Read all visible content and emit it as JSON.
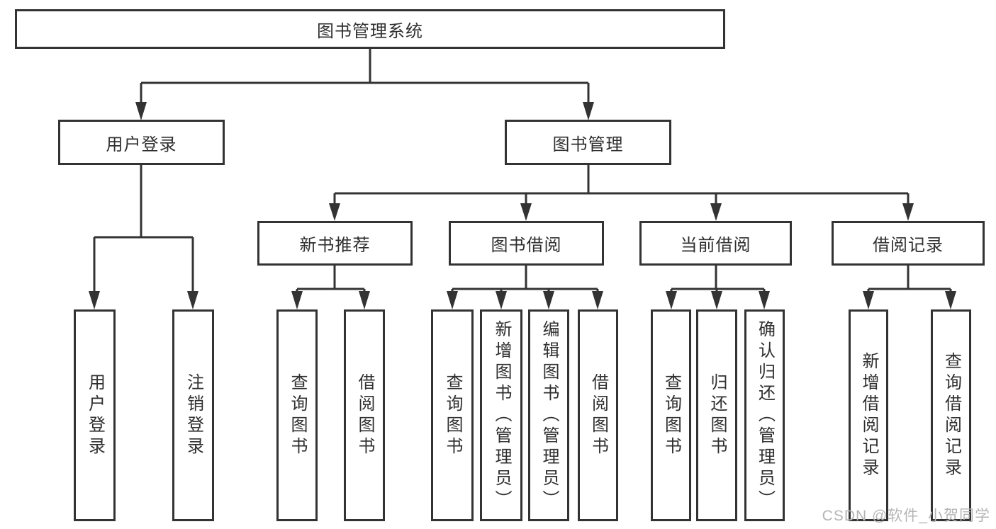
{
  "tree": {
    "root": {
      "label": "图书管理系统"
    },
    "branches": [
      {
        "label": "用户登录",
        "children": [
          {
            "label": "用户登录"
          },
          {
            "label": "注销登录"
          }
        ]
      },
      {
        "label": "图书管理",
        "children": [
          {
            "label": "新书推荐",
            "children": [
              {
                "label": "查询图书"
              },
              {
                "label": "借阅图书"
              }
            ]
          },
          {
            "label": "图书借阅",
            "children": [
              {
                "label": "查询图书"
              },
              {
                "label": "新增图书（管理员）"
              },
              {
                "label": "编辑图书（管理员）"
              },
              {
                "label": "借阅图书"
              }
            ]
          },
          {
            "label": "当前借阅",
            "children": [
              {
                "label": "查询图书"
              },
              {
                "label": "归还图书"
              },
              {
                "label": "确认归还（管理员）"
              }
            ]
          },
          {
            "label": "借阅记录",
            "children": [
              {
                "label": "新增借阅记录"
              },
              {
                "label": "查询借阅记录"
              }
            ]
          }
        ]
      }
    ]
  },
  "watermark": "CSDN @软件_小贺同学",
  "colors": {
    "line": "#333333",
    "box_border": "#333333",
    "text": "#2f2f2f",
    "watermark": "#b5b5b5",
    "background": "#ffffff"
  }
}
